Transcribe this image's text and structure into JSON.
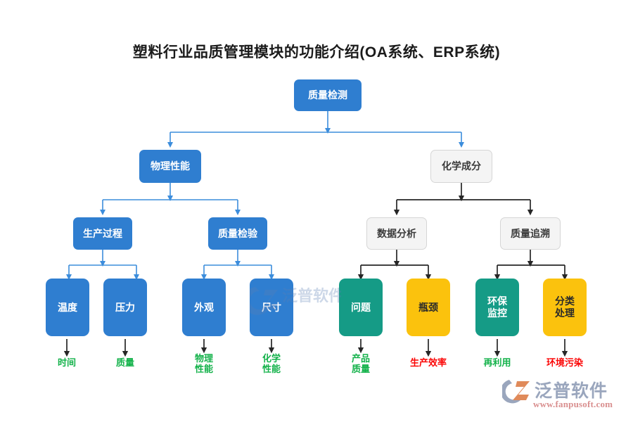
{
  "page": {
    "title": "塑料行业品质管理模块的功能介绍(OA系统、ERP系统)",
    "background": "#ffffff"
  },
  "colors": {
    "blue": "#2f7ed0",
    "grey_box": "#f4f4f4",
    "grey_border": "#d6d6d6",
    "green": "#159b86",
    "yellow": "#fbc20d",
    "connector_blue": "#3c8ddc",
    "connector_dark": "#262626",
    "label_green": "#13b24a",
    "label_red": "#fb0606",
    "title_text": "#1b1b1b"
  },
  "chart_data": {
    "type": "diagram",
    "title": "塑料行业品质管理模块的功能介绍(OA系统、ERP系统)",
    "orientation": "top-down-tree",
    "levels": 5
  },
  "nodes": {
    "root": {
      "label": "质量检测",
      "style": "blue"
    },
    "level2": [
      {
        "label": "物理性能",
        "style": "blue"
      },
      {
        "label": "化学成分",
        "style": "grey"
      }
    ],
    "level3": [
      {
        "label": "生产过程",
        "style": "blue"
      },
      {
        "label": "质量检验",
        "style": "blue"
      },
      {
        "label": "数据分析",
        "style": "grey"
      },
      {
        "label": "质量追溯",
        "style": "grey"
      }
    ],
    "level4": [
      {
        "label": "温度",
        "style": "blue"
      },
      {
        "label": "压力",
        "style": "blue"
      },
      {
        "label": "外观",
        "style": "blue"
      },
      {
        "label": "尺寸",
        "style": "blue"
      },
      {
        "label": "问题",
        "style": "green"
      },
      {
        "label": "瓶颈",
        "style": "yellow"
      },
      {
        "label": "环保\n监控",
        "style": "green"
      },
      {
        "label": "分类\n处理",
        "style": "yellow"
      }
    ],
    "leaves": [
      {
        "label": "时间",
        "color": "green"
      },
      {
        "label": "质量",
        "color": "green"
      },
      {
        "label": "物理\n性能",
        "color": "green"
      },
      {
        "label": "化学\n性能",
        "color": "green"
      },
      {
        "label": "产品\n质量",
        "color": "green"
      },
      {
        "label": "生产效率",
        "color": "red"
      },
      {
        "label": "再利用",
        "color": "green"
      },
      {
        "label": "环境污染",
        "color": "red"
      }
    ]
  },
  "brand": {
    "name": "泛普软件",
    "url": "www.fanpusoft.com"
  },
  "watermark": {
    "text": "泛普软件"
  }
}
